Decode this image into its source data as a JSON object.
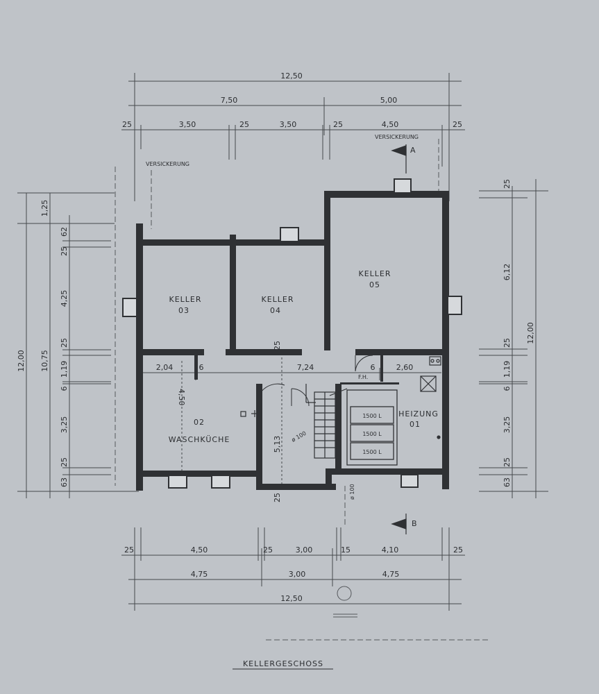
{
  "title": "KELLERGESCHOSS",
  "rooms": {
    "r03": {
      "name": "KELLER",
      "number": "03"
    },
    "r04": {
      "name": "KELLER",
      "number": "04"
    },
    "r05": {
      "name": "KELLER",
      "number": "05"
    },
    "r02": {
      "name": "WASCHKÜCHE",
      "number": "02"
    },
    "r01": {
      "name": "HEIZUNG",
      "number": "01"
    }
  },
  "tanks": [
    "1500 L",
    "1500 L",
    "1500 L"
  ],
  "notes": {
    "versickerung_left": "VERSICKERUNG",
    "versickerung_right": "VERSICKERUNG",
    "section_a": "A",
    "section_b": "B",
    "fh": "F.H.",
    "pipe_1": "ø 100",
    "pipe_2": "ø 100"
  },
  "dims_top": {
    "overall": "12,50",
    "left_part": "7,50",
    "right_part": "5,00",
    "wall_1": "25",
    "seg_1": "3,50",
    "wall_2": "25",
    "seg_2": "3,50",
    "wall_3": "25",
    "seg_3": "4,50",
    "wall_4": "25"
  },
  "dims_bottom": {
    "wall_1": "25",
    "seg_1": "4,50",
    "wall_2": "25",
    "seg_2": "3,00",
    "wall_3": "15",
    "seg_3": "4,10",
    "wall_4": "25",
    "mid_1": "4,75",
    "mid_2": "3,00",
    "mid_3": "4,75",
    "overall": "12,50"
  },
  "dims_left": {
    "outer": "12,00",
    "inner": "10,75",
    "top_offset": "1,25",
    "d_62": "62",
    "d_25a": "25",
    "d_425": "4,25",
    "d_25b": "25",
    "d_119": "1,19",
    "d_6": "6",
    "d_325": "3,25",
    "d_25c": "25",
    "d_63": "63"
  },
  "dims_right": {
    "outer": "12,00",
    "d_25a": "25",
    "d_612": "6,12",
    "d_25b": "25",
    "d_119": "1,19",
    "d_6": "6",
    "d_325": "3,25",
    "d_25c": "25",
    "d_63": "63"
  },
  "dims_inner": {
    "corridor_left": "2,04",
    "wall_a": "6",
    "corridor_mid": "7,24",
    "wall_b": "6",
    "corridor_right": "2,60",
    "wk_height": "4,50",
    "stair_height": "5,13",
    "wall_top": "25",
    "wall_bottom": "25"
  }
}
